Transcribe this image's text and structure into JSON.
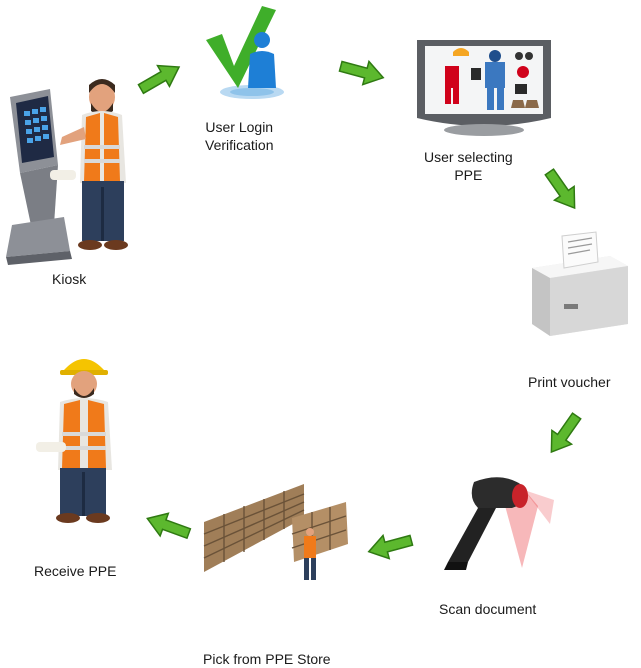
{
  "steps": {
    "kiosk": {
      "label": "Kiosk",
      "icon": "kiosk-worker-icon"
    },
    "login": {
      "label_line1": "User Login",
      "label_line2": "Verification",
      "icon": "checkmark-user-icon"
    },
    "select": {
      "label_line1": "User selecting",
      "label_line2": "PPE",
      "icon": "monitor-ppe-icon"
    },
    "print": {
      "label": "Print voucher",
      "icon": "receipt-printer-icon"
    },
    "scan": {
      "label": "Scan document",
      "icon": "barcode-scanner-icon"
    },
    "pick": {
      "label": "Pick from PPE Store",
      "icon": "warehouse-shelves-icon"
    },
    "receive": {
      "label": "Receive PPE",
      "icon": "worker-hardhat-icon"
    }
  },
  "colors": {
    "arrow_green": "#5cb82e",
    "arrow_dark": "#2f7a12",
    "vest_orange": "#f07a1a",
    "hardhat_yellow": "#f5c400"
  }
}
